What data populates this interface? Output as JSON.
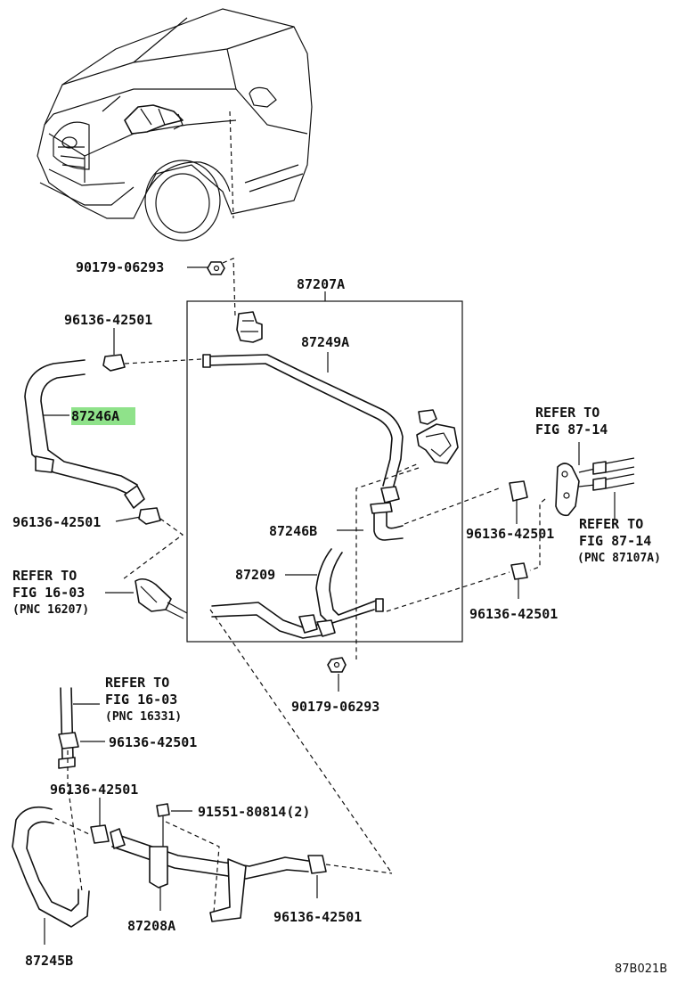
{
  "diagram_id": "87B021B",
  "highlight_color": "#8fe28a",
  "labels": {
    "p90179_top": "90179-06293",
    "p87207A": "87207A",
    "p96136_a": "96136-42501",
    "p87249A": "87249A",
    "p87246A": "87246A",
    "p96136_b": "96136-42501",
    "ref_fig1603_a_1": "REFER TO",
    "ref_fig1603_a_2": "FIG 16-03",
    "ref_fig1603_a_3": "(PNC 16207)",
    "p87246B": "87246B",
    "p87209": "87209",
    "p96136_c": "96136-42501",
    "p96136_d": "96136-42501",
    "ref_fig8714_a_1": "REFER TO",
    "ref_fig8714_a_2": "FIG 87-14",
    "ref_fig8714_b_1": "REFER TO",
    "ref_fig8714_b_2": "FIG 87-14",
    "ref_fig8714_b_3": "(PNC 87107A)",
    "p90179_bottom": "90179-06293",
    "ref_fig1603_b_1": "REFER TO",
    "ref_fig1603_b_2": "FIG 16-03",
    "ref_fig1603_b_3": "(PNC 16331)",
    "p96136_e": "96136-42501",
    "p96136_f": "96136-42501",
    "p91551": "91551-80814(2)",
    "p87208A": "87208A",
    "p96136_g": "96136-42501",
    "p87245B": "87245B"
  }
}
